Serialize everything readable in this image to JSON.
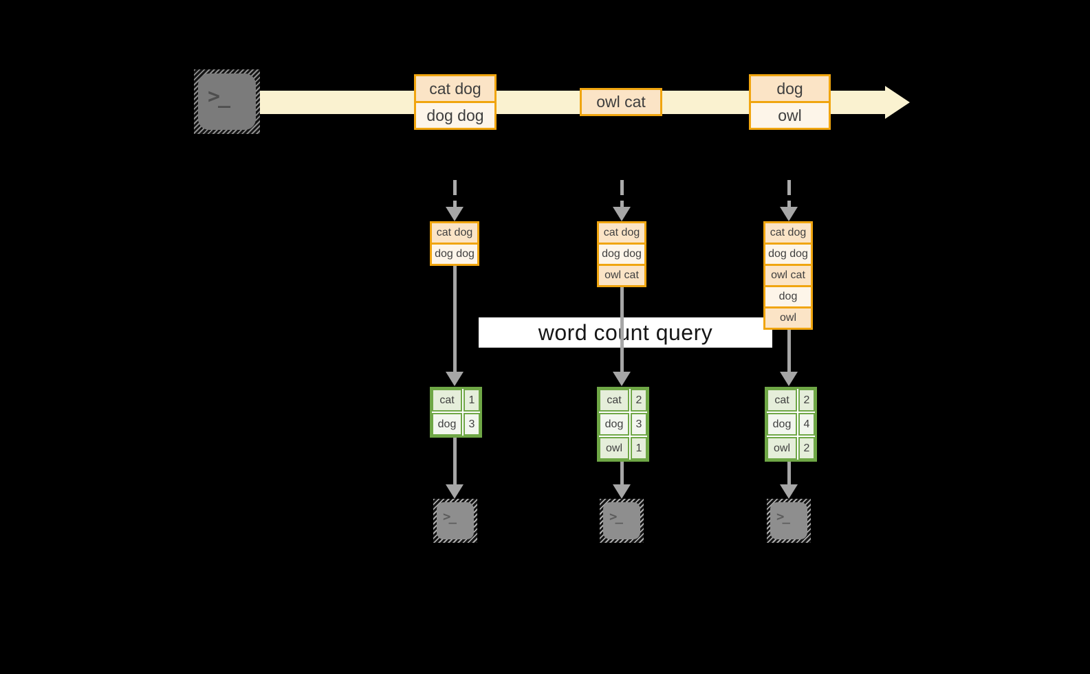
{
  "query": {
    "label": "word count query"
  },
  "terminal": {
    "glyph": ">_"
  },
  "stream": {
    "batches": [
      {
        "rows": [
          "cat dog",
          "dog dog"
        ]
      },
      {
        "rows": [
          "owl cat"
        ]
      },
      {
        "rows": [
          "dog",
          "owl"
        ]
      }
    ]
  },
  "columns": [
    {
      "state": [
        "cat dog",
        "dog dog"
      ],
      "counts": [
        {
          "word": "cat",
          "value": "1"
        },
        {
          "word": "dog",
          "value": "3"
        }
      ]
    },
    {
      "state": [
        "cat dog",
        "dog dog",
        "owl cat"
      ],
      "counts": [
        {
          "word": "cat",
          "value": "2"
        },
        {
          "word": "dog",
          "value": "3"
        },
        {
          "word": "owl",
          "value": "1"
        }
      ]
    },
    {
      "state": [
        "cat dog",
        "dog dog",
        "owl cat",
        "dog",
        "owl"
      ],
      "counts": [
        {
          "word": "cat",
          "value": "2"
        },
        {
          "word": "dog",
          "value": "4"
        },
        {
          "word": "owl",
          "value": "2"
        }
      ]
    }
  ],
  "colors": {
    "background": "#000000",
    "stream_band": "#FAF2D0",
    "accent_orange": "#F0A50F",
    "fill_peach": "#FBE4C6",
    "fill_cream": "#FDF5E9",
    "accent_green": "#6FA746",
    "green_fill_dark": "#E5EEDA",
    "green_fill_light": "#F2F6EE",
    "connector_gray": "#A6A6A6",
    "query_box": "#FFFFFF"
  }
}
